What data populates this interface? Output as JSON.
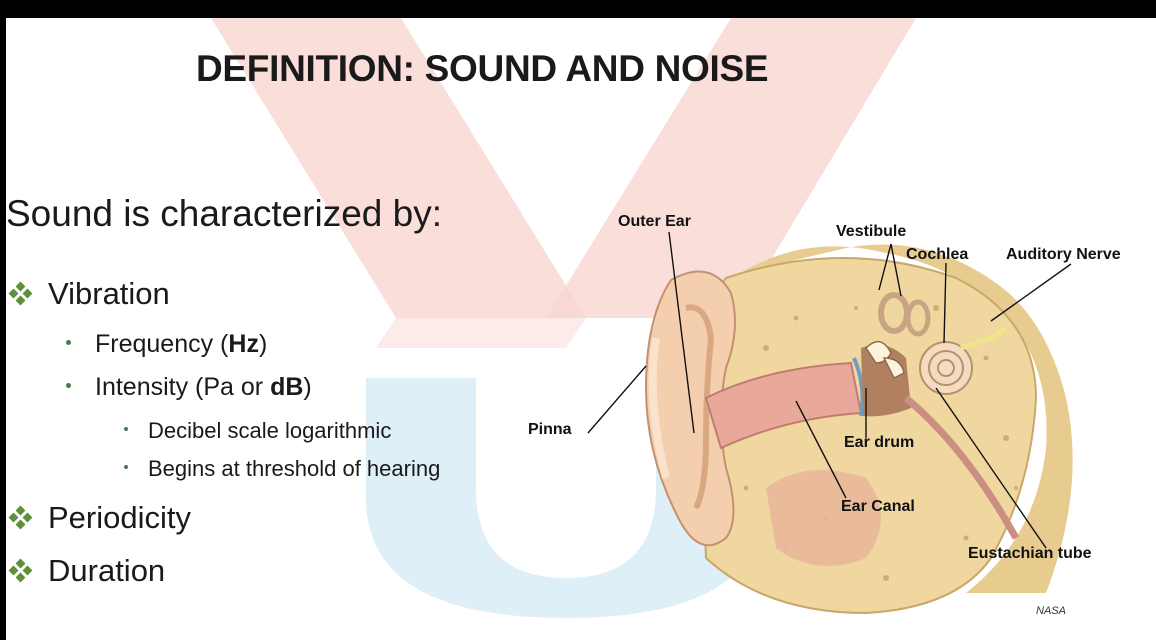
{
  "slide": {
    "title": "DEFINITION:  SOUND AND NOISE",
    "lead": "Sound is characterized by:",
    "vibration": "Vibration",
    "frequency_pre": "Frequency (",
    "frequency_bold": "Hz",
    "frequency_post": ")",
    "intensity_pre": "Intensity (Pa or ",
    "intensity_bold": "dB",
    "intensity_post": ")",
    "decibel": "Decibel scale logarithmic",
    "threshold": "Begins at threshold of hearing",
    "periodicity": "Periodicity",
    "duration": "Duration"
  },
  "diagram": {
    "outer_ear": "Outer Ear",
    "vestibule": "Vestibule",
    "cochlea": "Cochlea",
    "auditory_nerve": "Auditory Nerve",
    "pinna": "Pinna",
    "ear_drum": "Ear drum",
    "ear_canal": "Ear Canal",
    "eustachian": "Eustachian tube",
    "credit": "NASA"
  },
  "colors": {
    "bullet": "#5e8f3a",
    "watermark_red": "#f6d2cd",
    "watermark_blue": "#d6ebf5"
  }
}
